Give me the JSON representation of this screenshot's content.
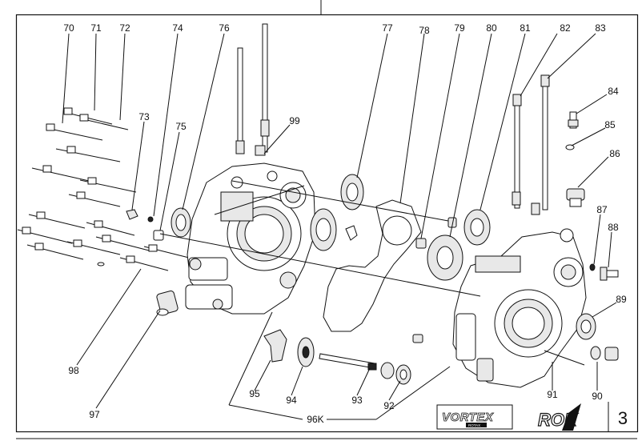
{
  "sheet_number": "3",
  "logos": {
    "left": "VORTEX",
    "left_sub": "ROTAX",
    "right": "ROK"
  },
  "callouts": [
    "70",
    "71",
    "72",
    "73",
    "74",
    "75",
    "76",
    "77",
    "78",
    "79",
    "80",
    "81",
    "82",
    "83",
    "84",
    "85",
    "86",
    "87",
    "88",
    "89",
    "90",
    "91",
    "92",
    "93",
    "94",
    "95",
    "96K",
    "97",
    "98",
    "99"
  ]
}
